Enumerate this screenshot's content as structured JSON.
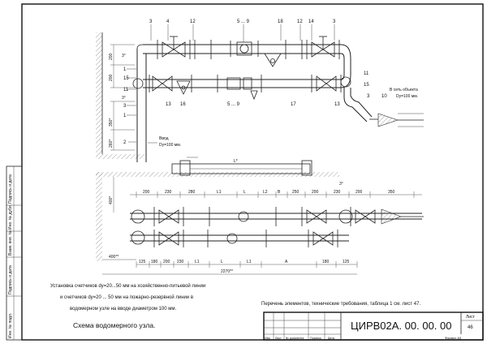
{
  "labels": {
    "top_numbers": [
      "3",
      "4",
      "12",
      "5 ... 9",
      "18",
      "12",
      "14",
      "3"
    ],
    "left_numbers": [
      "15",
      "1",
      "11",
      "3",
      "2",
      "1"
    ],
    "mid_numbers": [
      "13",
      "16",
      "5 ... 9",
      "17",
      "13",
      "15",
      "11",
      "10",
      "3"
    ],
    "angle_3deg": "3°",
    "dim_200": "200",
    "dim_260": "260*",
    "dim_350": "350*"
  },
  "notes": {
    "inlet": "Ввод",
    "inlet_diam": "Dy=100 мм.",
    "outlet": "В сеть объекта",
    "outlet_diam": "Dy=100 мм."
  },
  "plan": {
    "top_dims": [
      "200",
      "230",
      "280",
      "L1",
      "L",
      "L2",
      "B",
      "250",
      "200",
      "230",
      "200",
      "350"
    ],
    "bottom_dims": [
      "125",
      "180",
      "200",
      "230",
      "L1",
      "L",
      "L1",
      "A",
      "180",
      "125"
    ],
    "total_length": "2270**",
    "left_offset": "400**",
    "height_dim": "400*",
    "angle_3deg": "3°",
    "meter_dim": "L*"
  },
  "texts": {
    "install_line1": "Установка счетчиков dy=20...50 мм на хозяйственно-питьевой линии",
    "install_line2": "и счетчиков dy=20 ... 50 мм на пожарно-резервной линии в",
    "install_line3": "водомерном узле на вводе диаметром 100 мм.",
    "caption": "Схема водомерного узла.",
    "elements_note": "Перечень элементов, технические требования, таблица 1 см. лист 47."
  },
  "left_strip": [
    "Подпись и дата",
    "Инв. № дубл.",
    "Взам. инв. №",
    "Подпись и дата",
    "Инв. № подл."
  ],
  "title_block": {
    "designation": "ЦИРВ02А. 00. 00. 00",
    "sheet_label": "Лист",
    "sheet_number": "46",
    "format": "Формат А3",
    "cols": [
      "Изм",
      "Лист",
      "№ документа",
      "Подпись",
      "Дата"
    ]
  }
}
